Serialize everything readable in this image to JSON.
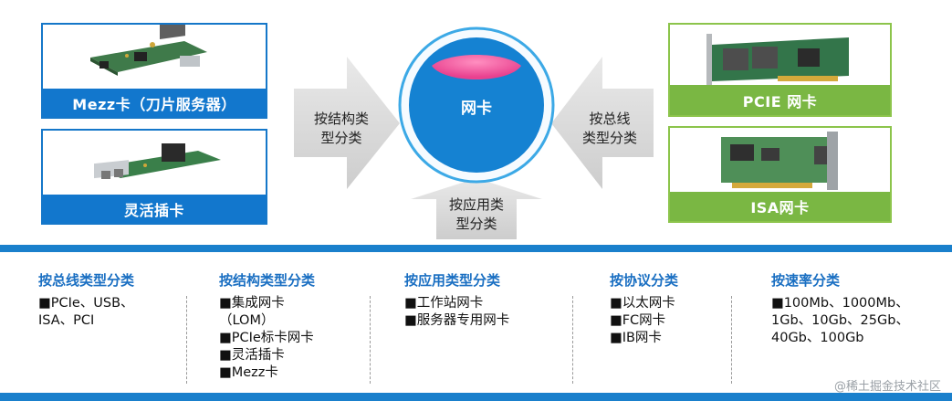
{
  "cards": {
    "mezz": "Mezz卡（刀片服务器）",
    "flex": "灵活插卡",
    "pcie": "PCIE 网卡",
    "isa": "ISA网卡"
  },
  "arrows": {
    "left_line1": "按结构类",
    "left_line2": "型分类",
    "right_line1": "按总线",
    "right_line2": "类型分类",
    "bottom_line1": "按应用类",
    "bottom_line2": "型分类"
  },
  "center": "网卡",
  "categories": [
    {
      "heading": "按总线类型分类",
      "items": [
        "■PCIe、USB、",
        "ISA、PCI"
      ]
    },
    {
      "heading": "按结构类型分类",
      "items": [
        "■集成网卡",
        "（LOM）",
        "■PCIe标卡网卡",
        "■灵活插卡",
        "■Mezz卡"
      ]
    },
    {
      "heading": "按应用类型分类",
      "items": [
        "■工作站网卡",
        "■服务器专用网卡"
      ]
    },
    {
      "heading": "按协议分类",
      "items": [
        "■以太网卡",
        "■FC网卡",
        "■IB网卡"
      ]
    },
    {
      "heading": "按速率分类",
      "items": [
        "■100Mb、1000Mb、",
        "1Gb、10Gb、25Gb、",
        "40Gb、100Gb"
      ]
    }
  ],
  "watermark": "@稀土掘金技术社区",
  "colors": {
    "accent_blue": "#1277cd",
    "accent_green": "#7ab743",
    "heading_blue": "#1a6fc2"
  }
}
